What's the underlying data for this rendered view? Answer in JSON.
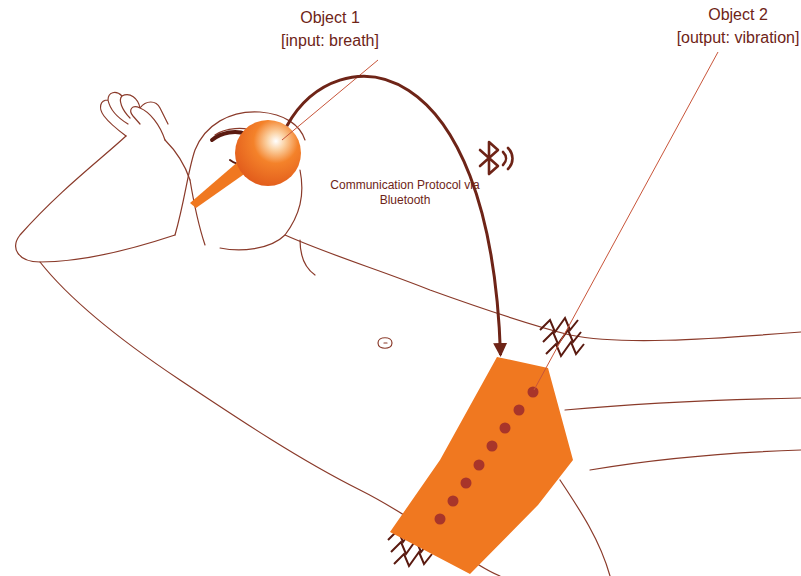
{
  "diagram": {
    "nodes": [
      {
        "text": [
          "Object 1",
          "[input: breath]"
        ]
      },
      {
        "text": [
          "Object 2",
          "[output: vibration]"
        ]
      }
    ],
    "edges": [
      {
        "from": 0,
        "to": 1,
        "arrow": "to",
        "label": "Communication Protocol via Bluetooth"
      }
    ]
  }
}
